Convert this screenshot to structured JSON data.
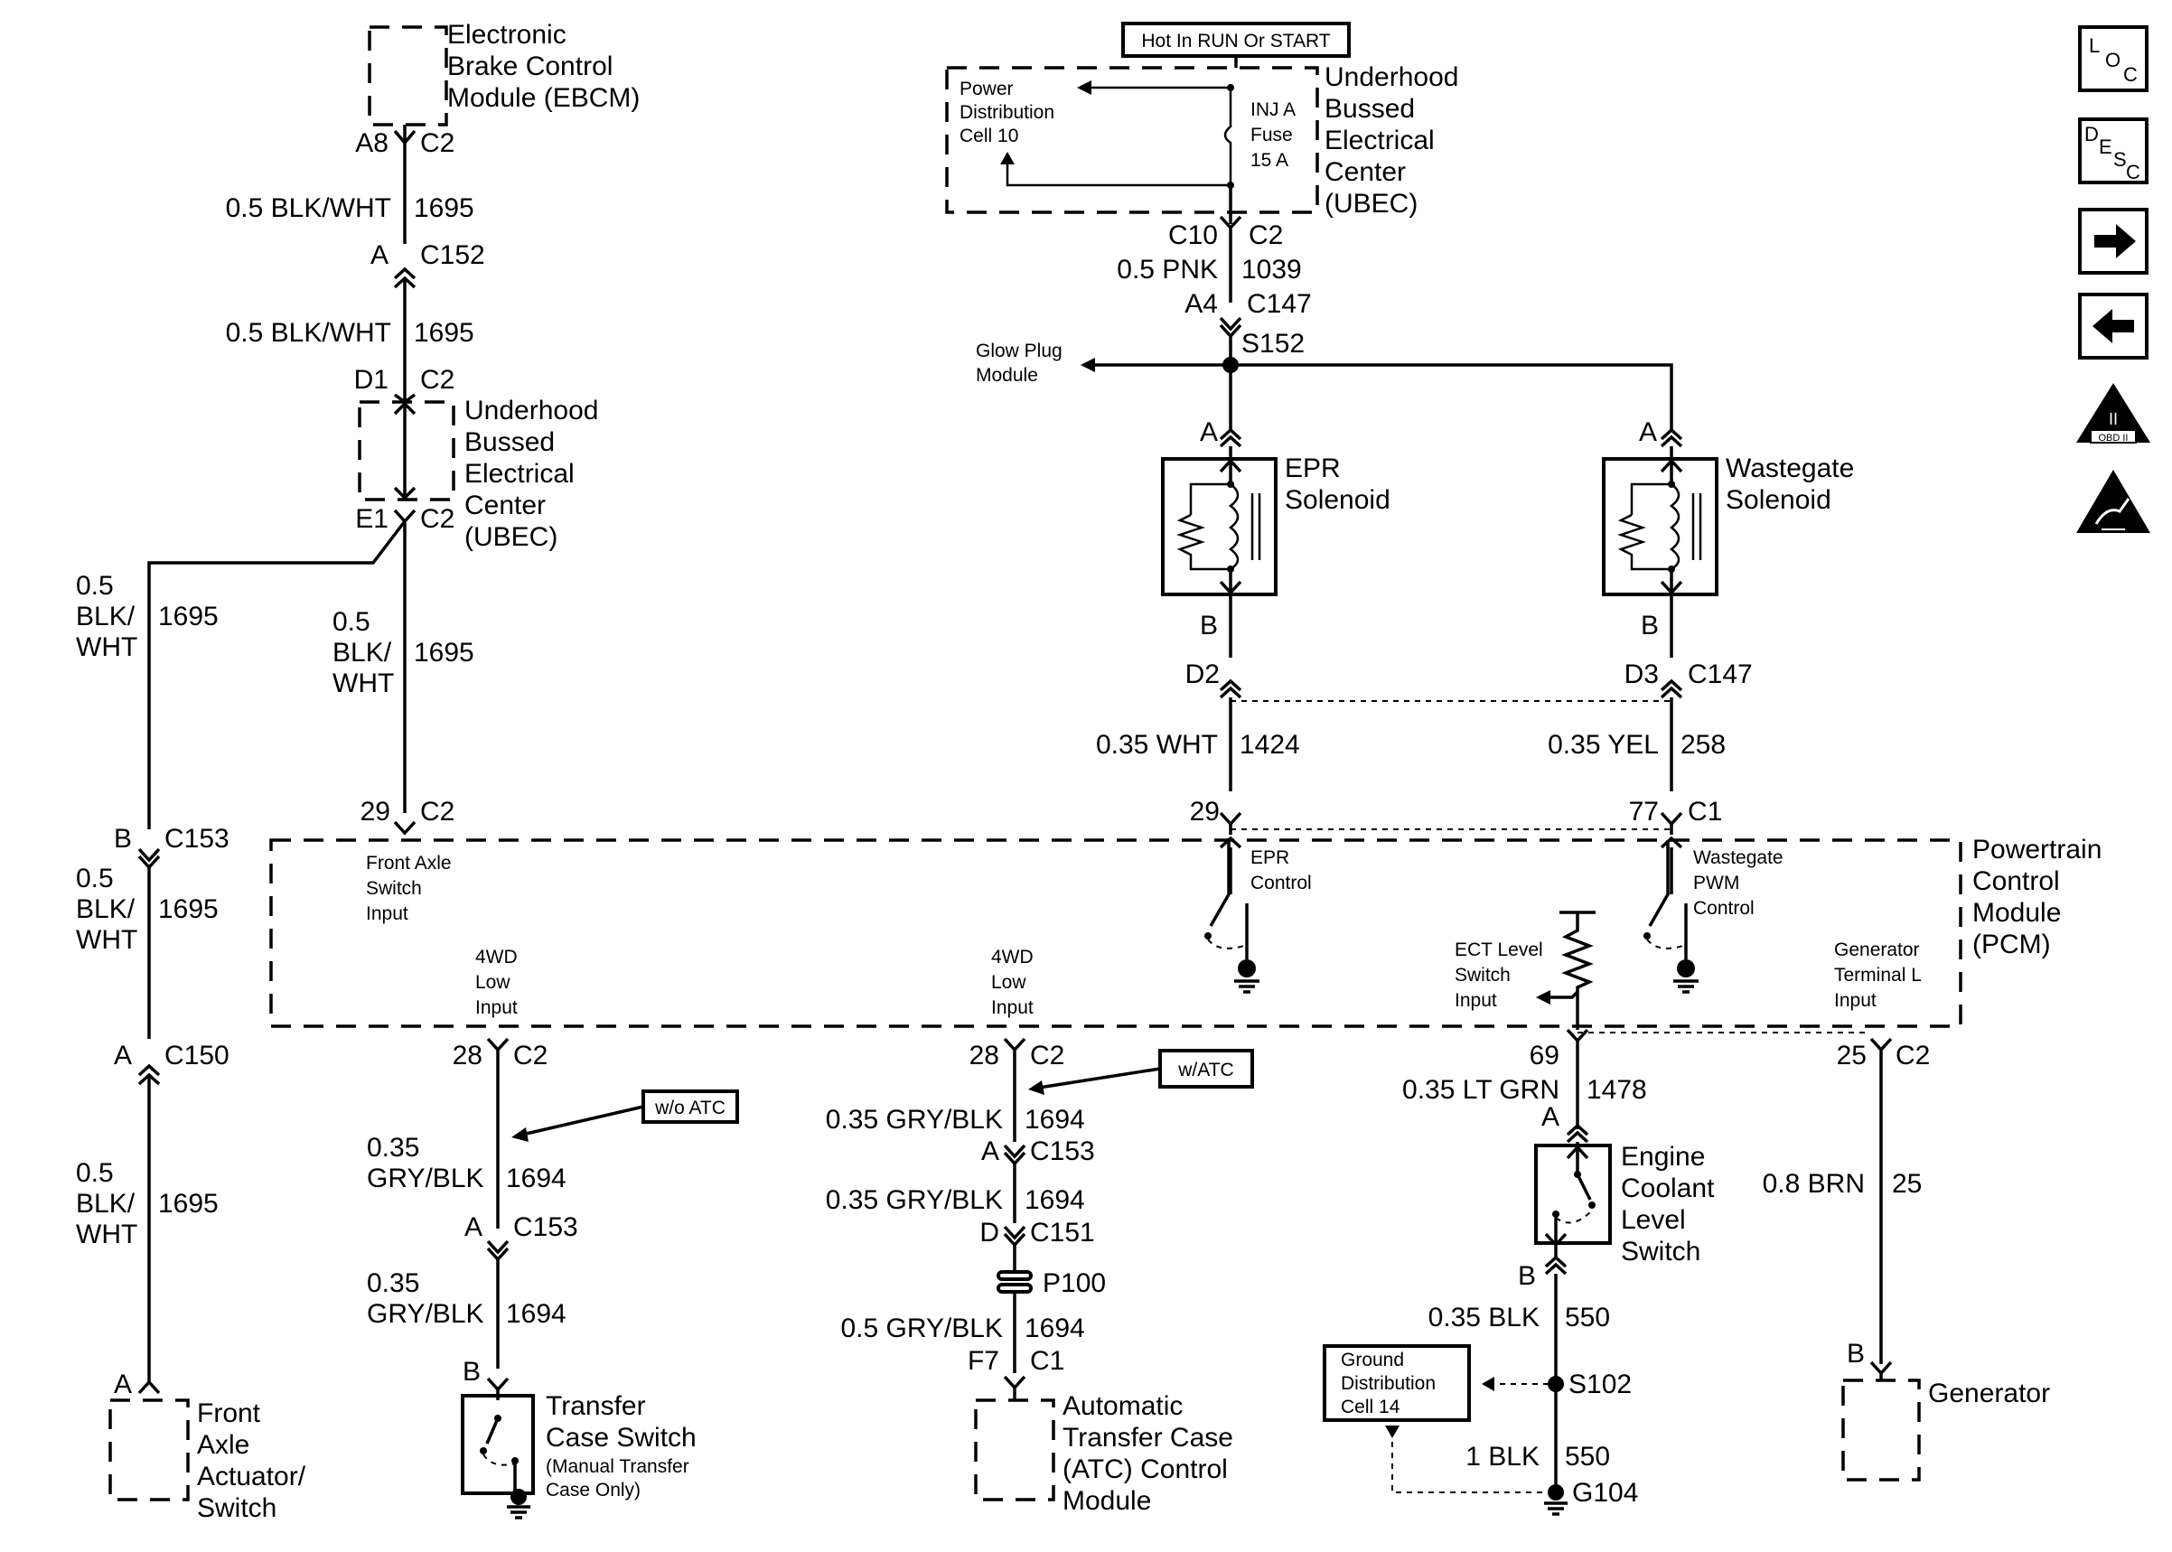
{
  "ebcm": {
    "name": [
      "Electronic",
      "Brake Control",
      "Module (EBCM)"
    ],
    "pin": "A8",
    "conn": "C2"
  },
  "wire1695": {
    "size": "0.5 BLK/WHT",
    "circuit": "1695",
    "size_stack": [
      "0.5",
      "BLK/",
      "WHT"
    ]
  },
  "c152": {
    "pin": "A",
    "conn": "C152"
  },
  "ubec_left": {
    "name": [
      "Underhood",
      "Bussed",
      "Electrical",
      "Center",
      "(UBEC)"
    ],
    "pin_in": "D1",
    "conn_in": "C2",
    "pin_out": "E1",
    "conn_out": "C2"
  },
  "c153_left": {
    "pin": "B",
    "conn": "C153"
  },
  "c150": {
    "pin": "A",
    "conn": "C150"
  },
  "front_axle": {
    "pin": "A",
    "name": [
      "Front",
      "Axle",
      "Actuator/",
      "Switch"
    ]
  },
  "pcm_pins": {
    "front_axle": {
      "pin": "29",
      "conn": "C2",
      "label": [
        "Front Axle",
        "Switch",
        "Input"
      ]
    },
    "epr": {
      "pin": "29",
      "label": [
        "EPR",
        "Control"
      ]
    },
    "wastegate": {
      "pin": "77",
      "conn": "C1",
      "label": [
        "Wastegate",
        "PWM",
        "Control"
      ]
    },
    "low4wd_a": {
      "pin": "28",
      "conn": "C2",
      "label": [
        "4WD",
        "Low",
        "Input"
      ]
    },
    "low4wd_b": {
      "pin": "28",
      "conn": "C2",
      "label": [
        "4WD",
        "Low",
        "Input"
      ]
    },
    "ect": {
      "pin": "69",
      "label": [
        "ECT Level",
        "Switch",
        "Input"
      ]
    },
    "gen": {
      "pin": "25",
      "conn": "C2",
      "label": [
        "Generator",
        "Terminal L",
        "Input"
      ]
    }
  },
  "pcm": {
    "name": [
      "Powertrain",
      "Control",
      "Module",
      "(PCM)"
    ]
  },
  "hot_label": "Hot In RUN Or START",
  "ubec_top": {
    "name": [
      "Underhood",
      "Bussed",
      "Electrical",
      "Center",
      "(UBEC)"
    ],
    "pdc": [
      "Power",
      "Distribution",
      "Cell 10"
    ],
    "fuse": [
      "INJ A",
      "Fuse",
      "15 A"
    ],
    "pin": "C10",
    "conn": "C2"
  },
  "wire1039": {
    "size": "0.5 PNK",
    "circuit": "1039"
  },
  "c147_top": {
    "pin": "A4",
    "conn": "C147"
  },
  "s152": "S152",
  "glow_plug": [
    "Glow Plug",
    "Module"
  ],
  "epr_sol": {
    "name": [
      "EPR",
      "Solenoid"
    ],
    "pin_a": "A",
    "pin_b": "B"
  },
  "wg_sol": {
    "name": [
      "Wastegate",
      "Solenoid"
    ],
    "pin_a": "A",
    "pin_b": "B"
  },
  "c147_mid": {
    "pin_epr": "D2",
    "pin_wg": "D3",
    "conn": "C147"
  },
  "wire1424": {
    "size": "0.35 WHT",
    "circuit": "1424"
  },
  "wire258": {
    "size": "0.35 YEL",
    "circuit": "258"
  },
  "wire1694": {
    "size": "0.35 GRY/BLK",
    "size_stack": [
      "0.35",
      "GRY/BLK"
    ],
    "size_05": "0.5 GRY/BLK",
    "circuit": "1694"
  },
  "wo_atc": "w/o ATC",
  "w_atc": "w/ATC",
  "c153_a": {
    "pin": "A",
    "conn": "C153"
  },
  "c153_b": {
    "pin": "A",
    "conn": "C153"
  },
  "c151": {
    "pin": "D",
    "conn": "C151"
  },
  "p100": "P100",
  "atc_conn": {
    "pin": "F7",
    "conn": "C1"
  },
  "tcs": {
    "pin": "B",
    "name": [
      "Transfer",
      "Case Switch"
    ],
    "note": [
      "(Manual Transfer",
      "Case Only)"
    ]
  },
  "atc": {
    "name": [
      "Automatic",
      "Transfer Case",
      "(ATC) Control",
      "Module"
    ]
  },
  "wire1478": {
    "size": "0.35 LT GRN",
    "circuit": "1478"
  },
  "ecls": {
    "pin_a": "A",
    "pin_b": "B",
    "name": [
      "Engine",
      "Coolant",
      "Level",
      "Switch"
    ]
  },
  "wire550a": {
    "size": "0.35 BLK",
    "circuit": "550"
  },
  "wire550b": {
    "size": "1 BLK",
    "circuit": "550"
  },
  "s102": "S102",
  "g104": "G104",
  "gnd_dist": [
    "Ground",
    "Distribution",
    "Cell 14"
  ],
  "wire25": {
    "size": "0.8 BRN",
    "circuit": "25"
  },
  "generator": {
    "pin": "B",
    "name": "Generator"
  },
  "side_icons": [
    "loc-icon",
    "desc-icon",
    "next-arrow-icon",
    "prev-arrow-icon",
    "obd-ii-icon",
    "esd-icon"
  ]
}
